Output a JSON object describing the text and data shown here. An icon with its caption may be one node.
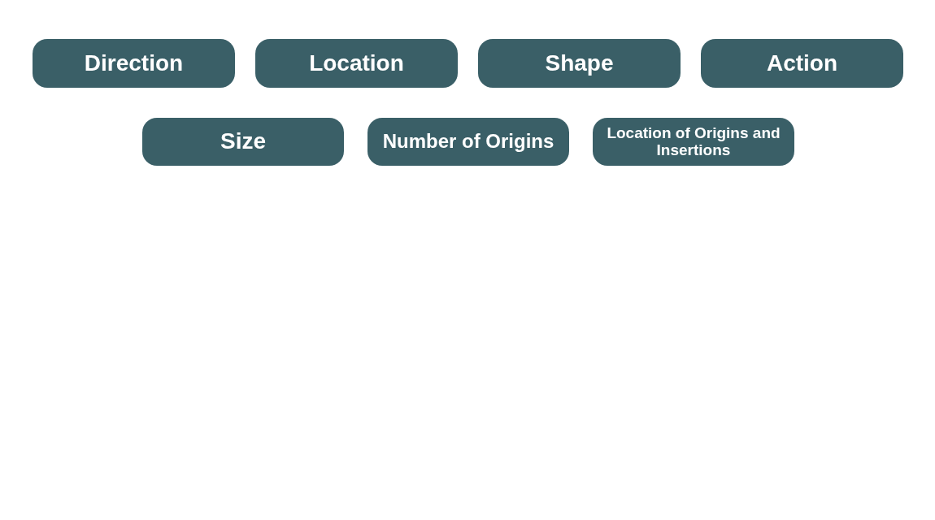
{
  "diagram": {
    "nodes": [
      {
        "text": [
          "Direction"
        ]
      },
      {
        "text": [
          "Location"
        ]
      },
      {
        "text": [
          "Shape"
        ]
      },
      {
        "text": [
          "Action"
        ]
      },
      {
        "text": [
          "Size"
        ]
      },
      {
        "text": [
          "Number of Origins"
        ]
      },
      {
        "text": [
          "Location of Origins and Insertions"
        ]
      }
    ]
  }
}
